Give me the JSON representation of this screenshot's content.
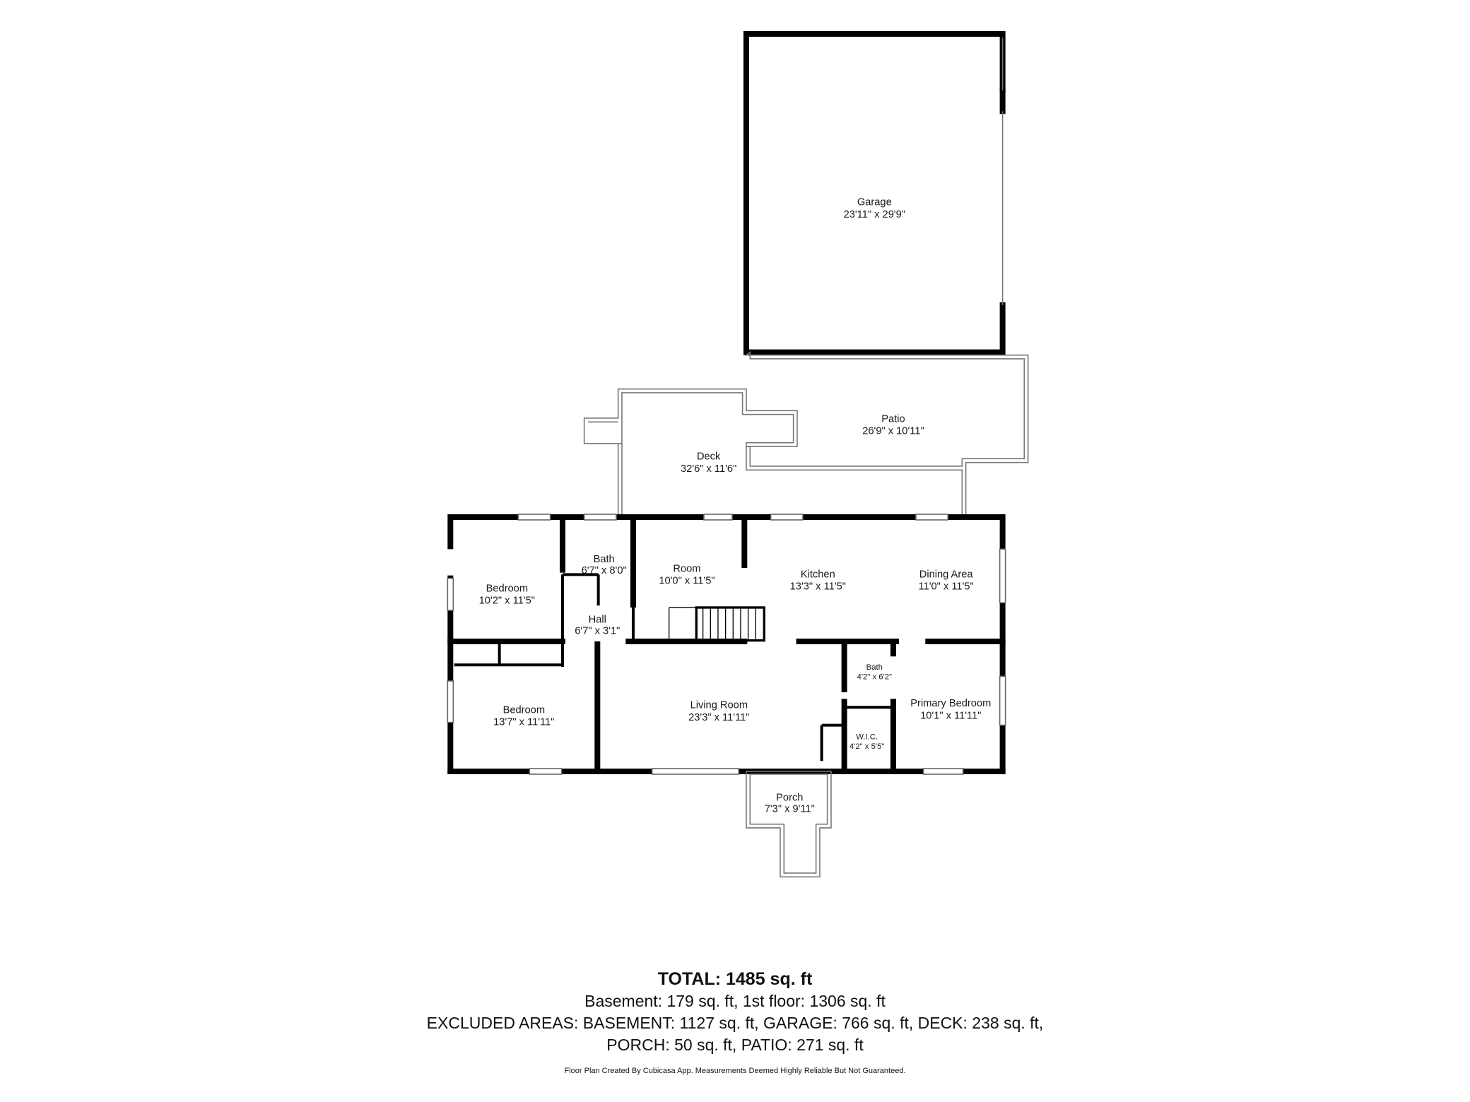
{
  "rooms": {
    "garage": {
      "name": "Garage",
      "dims": "23'11\" x 29'9\""
    },
    "patio": {
      "name": "Patio",
      "dims": "26'9\" x 10'11\""
    },
    "deck": {
      "name": "Deck",
      "dims": "32'6\" x 11'6\""
    },
    "bedroom1": {
      "name": "Bedroom",
      "dims": "10'2\" x 11'5\""
    },
    "bath1": {
      "name": "Bath",
      "dims": "6'7\" x 8'0\""
    },
    "room": {
      "name": "Room",
      "dims": "10'0\" x 11'5\""
    },
    "kitchen": {
      "name": "Kitchen",
      "dims": "13'3\" x 11'5\""
    },
    "dining": {
      "name": "Dining Area",
      "dims": "11'0\" x 11'5\""
    },
    "hall": {
      "name": "Hall",
      "dims": "6'7\" x 3'1\""
    },
    "bath2": {
      "name": "Bath",
      "dims": "4'2\" x 6'2\""
    },
    "bedroom2": {
      "name": "Bedroom",
      "dims": "13'7\" x 11'11\""
    },
    "living": {
      "name": "Living Room",
      "dims": "23'3\" x 11'11\""
    },
    "primary": {
      "name": "Primary Bedroom",
      "dims": "10'1\" x 11'11\""
    },
    "wic": {
      "name": "W.I.C.",
      "dims": "4'2\" x 5'5\""
    },
    "porch": {
      "name": "Porch",
      "dims": "7'3\" x 9'11\""
    }
  },
  "summary": {
    "total": "TOTAL: 1485 sq. ft",
    "line1": "Basement: 179 sq. ft, 1st floor: 1306 sq. ft",
    "line2": "EXCLUDED AREAS: BASEMENT: 1127 sq. ft, GARAGE: 766 sq. ft, DECK: 238 sq. ft,",
    "line3": "PORCH: 50 sq. ft, PATIO: 271 sq. ft",
    "footnote": "Floor Plan Created By Cubicasa App. Measurements Deemed Highly Reliable But Not Guaranteed."
  }
}
